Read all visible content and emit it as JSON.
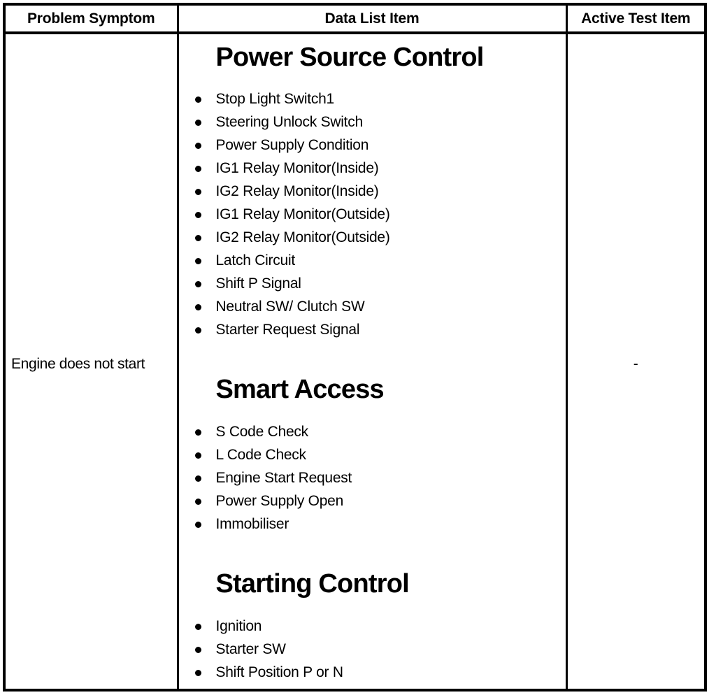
{
  "table": {
    "columns": [
      {
        "key": "problem_symptom",
        "label": "Problem Symptom"
      },
      {
        "key": "data_list_item",
        "label": "Data List Item"
      },
      {
        "key": "active_test_item",
        "label": "Active Test Item"
      }
    ],
    "rows": [
      {
        "problem_symptom": "Engine does not start",
        "active_test_item": "-",
        "sections": [
          {
            "title": "Power Source Control",
            "items": [
              "Stop Light Switch1",
              "Steering Unlock Switch",
              "Power Supply Condition",
              "IG1 Relay Monitor(Inside)",
              "IG2 Relay Monitor(Inside)",
              "IG1 Relay Monitor(Outside)",
              "IG2 Relay Monitor(Outside)",
              "Latch Circuit",
              "Shift P Signal",
              "Neutral SW/ Clutch SW",
              "Starter Request Signal"
            ]
          },
          {
            "title": "Smart Access",
            "items": [
              "S Code Check",
              "L Code Check",
              "Engine Start Request",
              "Power Supply Open",
              "Immobiliser"
            ]
          },
          {
            "title": "Starting Control",
            "items": [
              "Ignition",
              "Starter SW",
              "Shift Position P or N"
            ]
          }
        ]
      }
    ]
  },
  "style": {
    "border_color": "#000000",
    "text_color": "#000000",
    "background": "#ffffff"
  }
}
